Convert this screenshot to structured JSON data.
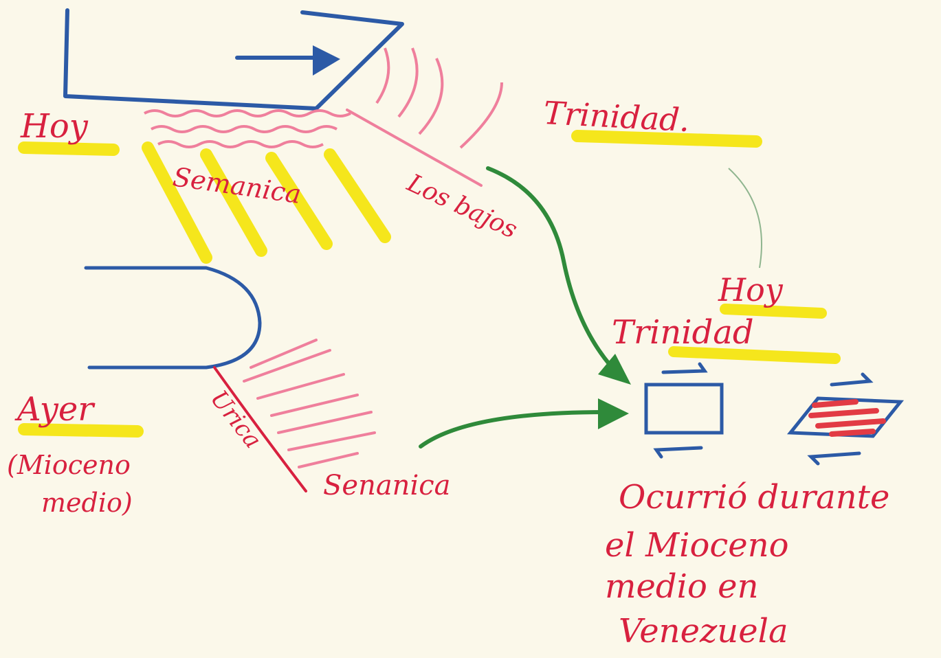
{
  "labels": {
    "hoy_top": "Hoy",
    "semanica": "Semanica",
    "los_bajos": "Los bajos",
    "trinidad_top": "Trinidad.",
    "hoy_right": "Hoy",
    "trinidad_right": "Trinidad",
    "ayer": "Ayer",
    "mioceno_paren": "(Mioceno",
    "medio_paren": "medio)",
    "urica": "Urica",
    "senanica": "Senanica",
    "note_line1": "Ocurrió durante",
    "note_line2": "el Mioceno",
    "note_line3": "medio en",
    "note_line4": "Venezuela"
  },
  "colors": {
    "paper": "#fbf8ea",
    "blue": "#2c5aa6",
    "red": "#d8213f",
    "pink": "#ef7f9c",
    "yellow": "#f5e61c",
    "green": "#2f8a3a"
  }
}
